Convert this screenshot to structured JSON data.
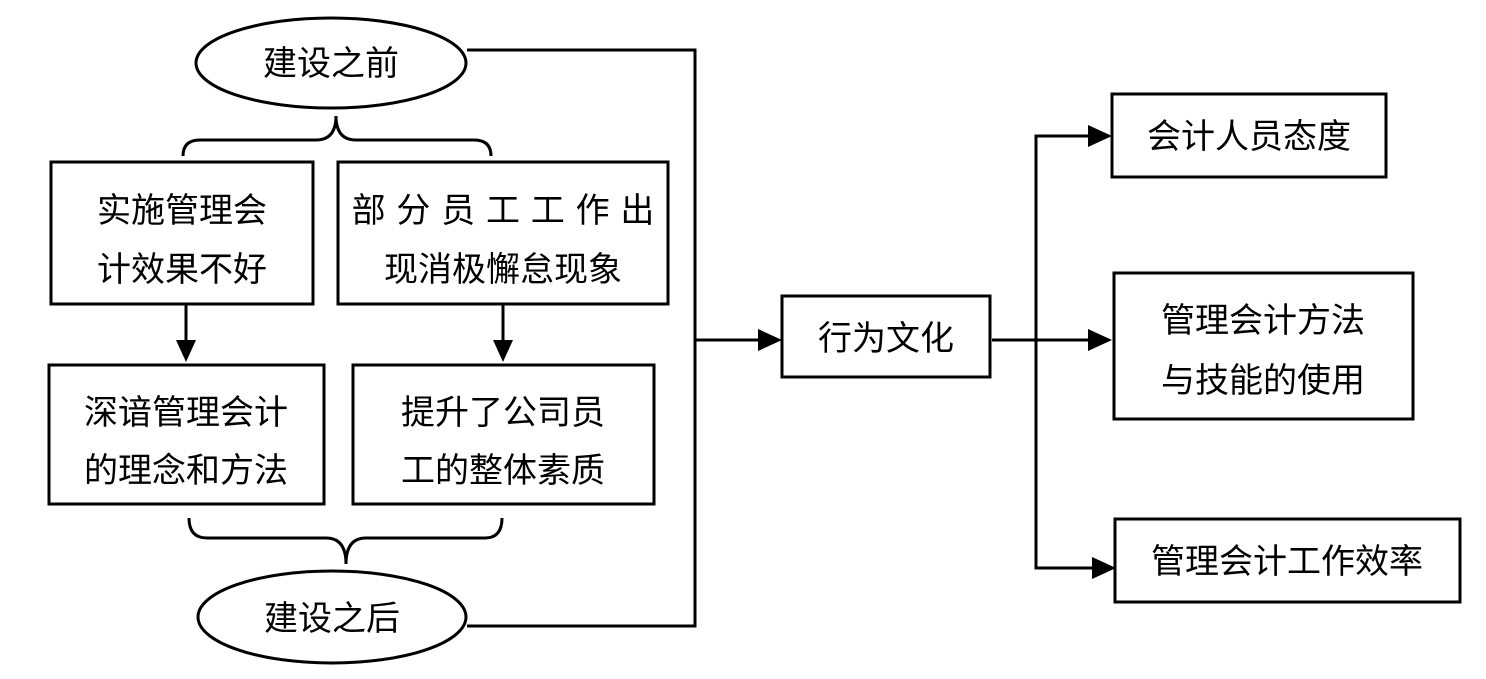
{
  "nodes": {
    "before": "建设之前",
    "after": "建设之后",
    "poor_effect_1": "实施管理会",
    "poor_effect_2": "计效果不好",
    "negative_1": "部 分 员 工 工 作 出",
    "negative_2": "现消极懈怠现象",
    "understand_1": "深谙管理会计",
    "understand_2": "的理念和方法",
    "improve_1": "提升了公司员",
    "improve_2": "工的整体素质",
    "behavior_culture": "行为文化",
    "attitude": "会计人员态度",
    "methods_1": "管理会计方法",
    "methods_2": "与技能的使用",
    "efficiency": "管理会计工作效率"
  }
}
